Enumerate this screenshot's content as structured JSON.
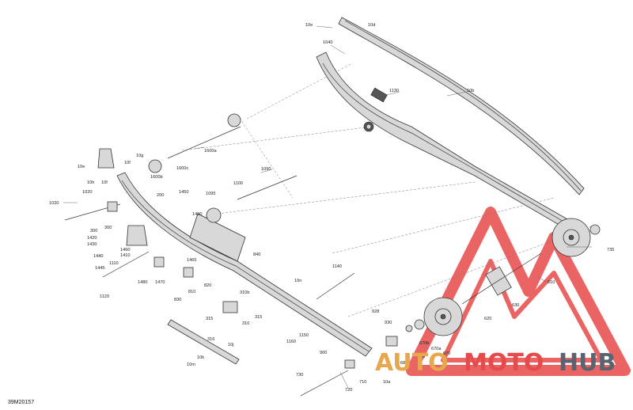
{
  "drawing_code": "39M20157",
  "watermark": {
    "part1": "AUTO",
    "part2": "MOTO",
    "part3": "HUB",
    "colors": {
      "auto": "#e6a74d",
      "moto": "#e74a4a",
      "hub": "#5a6470",
      "triangle": "#e84a4a"
    }
  },
  "labels": {
    "l10e": "10e",
    "l10d": "10d",
    "l1040": "1040",
    "l1130": "1130",
    "l10b": "10b",
    "l1600a": "1600a",
    "l10g": "10g",
    "l10e2": "10e",
    "l10f": "10f",
    "l10h": "10h",
    "l10f2": "10f",
    "l1600c": "1600c",
    "l1600b": "1600b",
    "l1020": "1020",
    "l1090": "1090",
    "l200": "200",
    "l1450": "1450",
    "l1095": "1095",
    "l1100": "1100",
    "l1030": "1030",
    "l300a": "300",
    "l300b": "300",
    "l1490": "1490",
    "l1420": "1420",
    "l1430": "1430",
    "l1460": "1460",
    "l1410": "1410",
    "l840": "840",
    "l1440": "1440",
    "l1110": "1110",
    "l1465": "1465",
    "l1445": "1445",
    "l1480": "1480",
    "l1470": "1470",
    "l820": "820",
    "l810": "810",
    "l830": "830",
    "l1140": "1140",
    "l10n": "10n",
    "l1120": "1120",
    "l310b": "310b",
    "l315a": "315",
    "l315b": "315",
    "l310": "310",
    "l1150": "1150",
    "l1160": "1160",
    "l316": "316",
    "l10j": "10j",
    "l928": "928",
    "l930": "930",
    "l670b": "670b",
    "l690": "690",
    "l670a": "670a",
    "l680": "680",
    "l10k": "10k",
    "l10m": "10m",
    "l900": "900",
    "l730": "730",
    "l720": "720",
    "l710": "710",
    "l10a": "10a",
    "l735": "735",
    "l610": "610",
    "l630": "630",
    "l620": "620",
    "l670": "670"
  }
}
